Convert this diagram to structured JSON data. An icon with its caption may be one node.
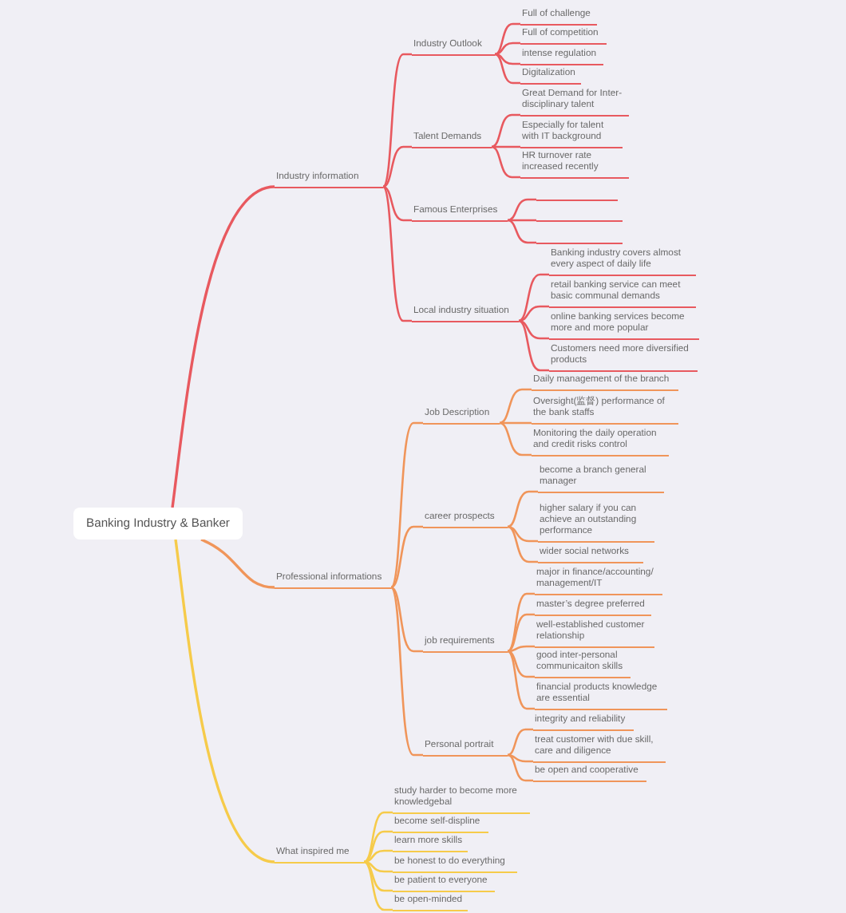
{
  "diagram": {
    "nodes": [
      {
        "text": [
          "Banking Industry & Banker"
        ]
      },
      {
        "text": [
          "Industry information"
        ]
      },
      {
        "text": [
          "Industry Outlook"
        ]
      },
      {
        "text": [
          "Full of challenge"
        ]
      },
      {
        "text": [
          "Full of competition"
        ]
      },
      {
        "text": [
          "intense regulation"
        ]
      },
      {
        "text": [
          "Digitalization"
        ]
      },
      {
        "text": [
          "Talent Demands"
        ]
      },
      {
        "text": [
          "Great Demand for Inter-disciplinary talent"
        ]
      },
      {
        "text": [
          "Especially for talent with IT background"
        ]
      },
      {
        "text": [
          "HR turnover rate increased recently"
        ]
      },
      {
        "text": [
          "Famous Enterprises"
        ]
      },
      {
        "text": [],
        "shape": "bar"
      },
      {
        "text": [],
        "shape": "bar"
      },
      {
        "text": [],
        "shape": "bar"
      },
      {
        "text": [
          "Local industry situation"
        ]
      },
      {
        "text": [
          "Banking industry covers almost every aspect of daily life"
        ]
      },
      {
        "text": [
          "retail banking service can meet basic communal demands"
        ]
      },
      {
        "text": [
          "online banking services become more and more popular"
        ]
      },
      {
        "text": [
          "Customers need more diversified products"
        ]
      },
      {
        "text": [
          "Professional informations"
        ]
      },
      {
        "text": [
          "Job Description"
        ]
      },
      {
        "text": [
          "Daily management of the branch"
        ]
      },
      {
        "text": [
          "Oversight(监督) performance of the bank staffs"
        ]
      },
      {
        "text": [
          "Monitoring the daily operation and credit risks control"
        ]
      },
      {
        "text": [
          "career prospects"
        ]
      },
      {
        "text": [
          "become a branch general manager"
        ]
      },
      {
        "text": [
          "higher salary if you can achieve an outstanding performance"
        ]
      },
      {
        "text": [
          "wider social networks"
        ]
      },
      {
        "text": [
          "job requirements"
        ]
      },
      {
        "text": [
          "major in finance/accounting/ management/IT"
        ]
      },
      {
        "text": [
          "master’s degree preferred"
        ]
      },
      {
        "text": [
          "well-established customer relationship"
        ]
      },
      {
        "text": [
          "good inter-personal communicaiton skills"
        ]
      },
      {
        "text": [
          "financial products knowledge are essential"
        ]
      },
      {
        "text": [
          "Personal portrait"
        ]
      },
      {
        "text": [
          "integrity and reliability"
        ]
      },
      {
        "text": [
          "treat customer with due skill, care and diligence"
        ]
      },
      {
        "text": [
          "be open and cooperative"
        ]
      },
      {
        "text": [
          "What inspired me"
        ]
      },
      {
        "text": [
          "study harder to become more knowledgebal"
        ]
      },
      {
        "text": [
          "become self-displine"
        ]
      },
      {
        "text": [
          "learn more skills"
        ]
      },
      {
        "text": [
          "be honest to do everything"
        ]
      },
      {
        "text": [
          "be patient to everyone"
        ]
      },
      {
        "text": [
          "be open-minded"
        ]
      }
    ],
    "edges": [
      {
        "from": 0,
        "to": 1,
        "arrow": "none",
        "color": "#e8595f"
      },
      {
        "from": 0,
        "to": 20,
        "arrow": "none",
        "color": "#f0955a"
      },
      {
        "from": 0,
        "to": 39,
        "arrow": "none",
        "color": "#f6cb4a"
      },
      {
        "from": 1,
        "to": 2,
        "arrow": "none",
        "color": "#e8595f"
      },
      {
        "from": 1,
        "to": 7,
        "arrow": "none",
        "color": "#e8595f"
      },
      {
        "from": 1,
        "to": 11,
        "arrow": "none",
        "color": "#e8595f"
      },
      {
        "from": 1,
        "to": 15,
        "arrow": "none",
        "color": "#e8595f"
      },
      {
        "from": 2,
        "to": 3,
        "arrow": "none",
        "color": "#e8595f"
      },
      {
        "from": 2,
        "to": 4,
        "arrow": "none",
        "color": "#e8595f"
      },
      {
        "from": 2,
        "to": 5,
        "arrow": "none",
        "color": "#e8595f"
      },
      {
        "from": 2,
        "to": 6,
        "arrow": "none",
        "color": "#e8595f"
      },
      {
        "from": 7,
        "to": 8,
        "arrow": "none",
        "color": "#e8595f"
      },
      {
        "from": 7,
        "to": 9,
        "arrow": "none",
        "color": "#e8595f"
      },
      {
        "from": 7,
        "to": 10,
        "arrow": "none",
        "color": "#e8595f"
      },
      {
        "from": 11,
        "to": 12,
        "arrow": "none",
        "color": "#e8595f"
      },
      {
        "from": 11,
        "to": 13,
        "arrow": "none",
        "color": "#e8595f"
      },
      {
        "from": 11,
        "to": 14,
        "arrow": "none",
        "color": "#e8595f"
      },
      {
        "from": 15,
        "to": 16,
        "arrow": "none",
        "color": "#e8595f"
      },
      {
        "from": 15,
        "to": 17,
        "arrow": "none",
        "color": "#e8595f"
      },
      {
        "from": 15,
        "to": 18,
        "arrow": "none",
        "color": "#e8595f"
      },
      {
        "from": 15,
        "to": 19,
        "arrow": "none",
        "color": "#e8595f"
      },
      {
        "from": 20,
        "to": 21,
        "arrow": "none",
        "color": "#f0955a"
      },
      {
        "from": 20,
        "to": 25,
        "arrow": "none",
        "color": "#f0955a"
      },
      {
        "from": 20,
        "to": 29,
        "arrow": "none",
        "color": "#f0955a"
      },
      {
        "from": 20,
        "to": 35,
        "arrow": "none",
        "color": "#f0955a"
      },
      {
        "from": 21,
        "to": 22,
        "arrow": "none",
        "color": "#f0955a"
      },
      {
        "from": 21,
        "to": 23,
        "arrow": "none",
        "color": "#f0955a"
      },
      {
        "from": 21,
        "to": 24,
        "arrow": "none",
        "color": "#f0955a"
      },
      {
        "from": 25,
        "to": 26,
        "arrow": "none",
        "color": "#f0955a"
      },
      {
        "from": 25,
        "to": 27,
        "arrow": "none",
        "color": "#f0955a"
      },
      {
        "from": 25,
        "to": 28,
        "arrow": "none",
        "color": "#f0955a"
      },
      {
        "from": 29,
        "to": 30,
        "arrow": "none",
        "color": "#f0955a"
      },
      {
        "from": 29,
        "to": 31,
        "arrow": "none",
        "color": "#f0955a"
      },
      {
        "from": 29,
        "to": 32,
        "arrow": "none",
        "color": "#f0955a"
      },
      {
        "from": 29,
        "to": 33,
        "arrow": "none",
        "color": "#f0955a"
      },
      {
        "from": 29,
        "to": 34,
        "arrow": "none",
        "color": "#f0955a"
      },
      {
        "from": 35,
        "to": 36,
        "arrow": "none",
        "color": "#f0955a"
      },
      {
        "from": 35,
        "to": 37,
        "arrow": "none",
        "color": "#f0955a"
      },
      {
        "from": 35,
        "to": 38,
        "arrow": "none",
        "color": "#f0955a"
      },
      {
        "from": 39,
        "to": 40,
        "arrow": "none",
        "color": "#f6cb4a"
      },
      {
        "from": 39,
        "to": 41,
        "arrow": "none",
        "color": "#f6cb4a"
      },
      {
        "from": 39,
        "to": 42,
        "arrow": "none",
        "color": "#f6cb4a"
      },
      {
        "from": 39,
        "to": 43,
        "arrow": "none",
        "color": "#f6cb4a"
      },
      {
        "from": 39,
        "to": 44,
        "arrow": "none",
        "color": "#f6cb4a"
      },
      {
        "from": 39,
        "to": 45,
        "arrow": "none",
        "color": "#f6cb4a"
      }
    ]
  }
}
